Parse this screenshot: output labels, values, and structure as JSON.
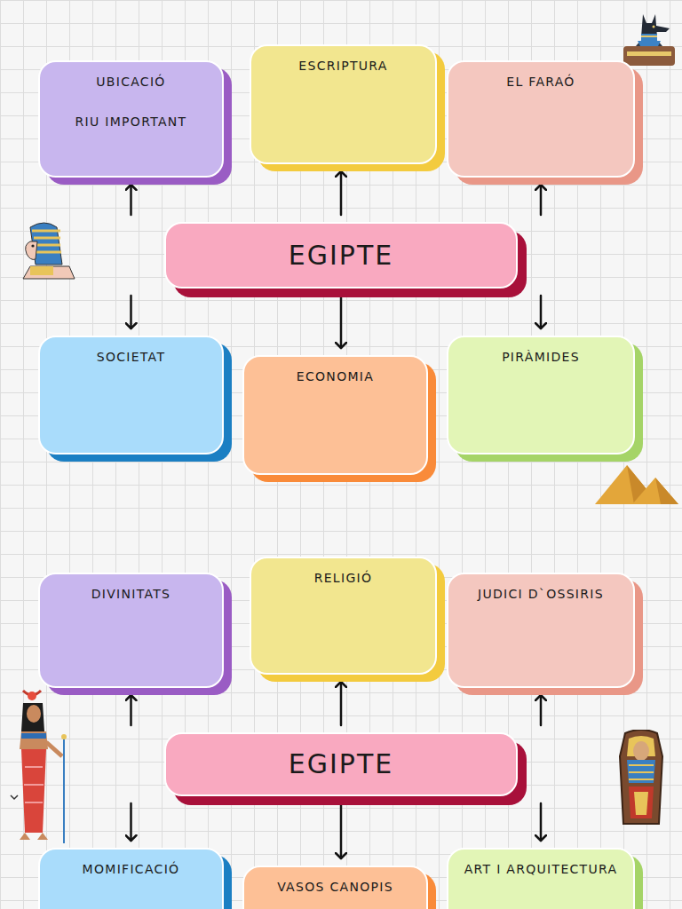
{
  "diagram": {
    "nodes": [
      {
        "text": [
          "UBICACIÓ",
          "RIU IMPORTANT"
        ]
      },
      {
        "text": [
          "ESCRIPTURA"
        ]
      },
      {
        "text": [
          "EL FARAÓ"
        ]
      },
      {
        "text": [
          "EGIPTE"
        ]
      },
      {
        "text": [
          "SOCIETAT"
        ]
      },
      {
        "text": [
          "ECONOMIA"
        ]
      },
      {
        "text": [
          "PIRÀMIDES"
        ]
      },
      {
        "text": [
          "DIVINITATS"
        ]
      },
      {
        "text": [
          "RELIGIÓ"
        ]
      },
      {
        "text": [
          "JUDICI D`OSSIRIS"
        ]
      },
      {
        "text": [
          "EGIPTE"
        ]
      },
      {
        "text": [
          "MOMIFICACIÓ"
        ]
      },
      {
        "text": [
          "VASOS CANOPIS"
        ]
      },
      {
        "text": [
          "ART I ARQUITECTURA"
        ]
      }
    ],
    "edges": [
      {
        "from": 3,
        "to": 0,
        "arrow": "to"
      },
      {
        "from": 3,
        "to": 1,
        "arrow": "to"
      },
      {
        "from": 3,
        "to": 2,
        "arrow": "to"
      },
      {
        "from": 3,
        "to": 4,
        "arrow": "to"
      },
      {
        "from": 3,
        "to": 5,
        "arrow": "to"
      },
      {
        "from": 3,
        "to": 6,
        "arrow": "to"
      },
      {
        "from": 10,
        "to": 7,
        "arrow": "to"
      },
      {
        "from": 10,
        "to": 8,
        "arrow": "to"
      },
      {
        "from": 10,
        "to": 9,
        "arrow": "to"
      },
      {
        "from": 10,
        "to": 11,
        "arrow": "to"
      },
      {
        "from": 10,
        "to": 12,
        "arrow": "to"
      },
      {
        "from": 10,
        "to": 13,
        "arrow": "to"
      }
    ]
  }
}
